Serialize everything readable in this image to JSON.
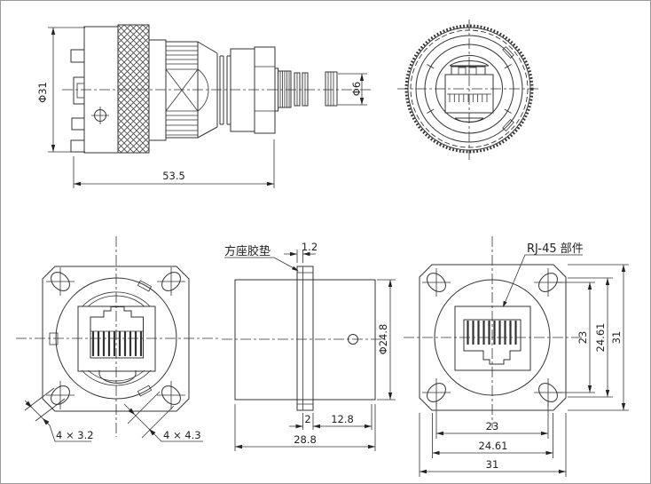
{
  "colors": {
    "line": "#333333",
    "background": "#ffffff",
    "border": "#9a9a9a"
  },
  "views": {
    "side_view": {
      "dia": "Φ31",
      "len": "53.5",
      "cable_dia": "Φ6"
    },
    "flange_front_view": {
      "holes_small": "4 × 3.2",
      "holes_large": "4 × 4.3"
    },
    "flange_side_view": {
      "gasket_label": "方座胶垫",
      "gasket_thk": "1.2",
      "dia": "Φ24.8",
      "flange_thk": "2",
      "front_len": "12.8",
      "total_len": "28.8"
    },
    "receptacle_front_view": {
      "rj45_label": "RJ-45 部件",
      "v_hole_pitch": "23",
      "v_mid": "24.61",
      "v_full": "31",
      "h_hole_pitch": "23",
      "h_mid": "24.61",
      "h_full": "31"
    }
  }
}
